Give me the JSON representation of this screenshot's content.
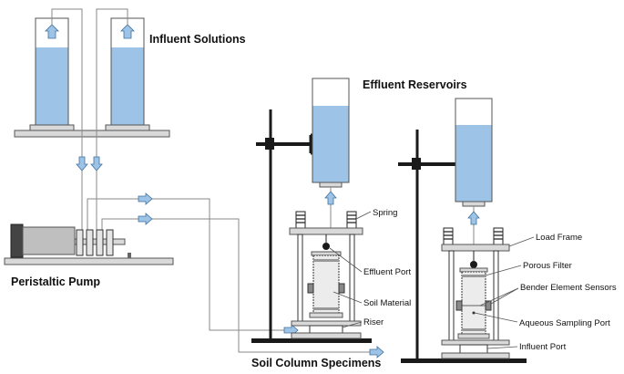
{
  "labels": {
    "influent_solutions": "Influent Solutions",
    "effluent_reservoirs": "Effluent Reservoirs",
    "peristaltic_pump": "Peristaltic Pump",
    "soil_column_specimens": "Soil Column Specimens",
    "spring": "Spring",
    "effluent_port": "Effluent Port",
    "soil_material": "Soil Material",
    "riser": "Riser",
    "load_frame": "Load Frame",
    "porous_filter": "Porous Filter",
    "bender_element_sensors": "Bender Element Sensors",
    "aqueous_sampling_port": "Aqueous Sampling Port",
    "influent_port": "Influent Port"
  },
  "colors": {
    "water": "#9dc3e6",
    "arrow_stroke": "#41719c",
    "pipe": "#8a8a8a",
    "frame": "#d9d9d9",
    "stand": "#1a1a1a"
  }
}
